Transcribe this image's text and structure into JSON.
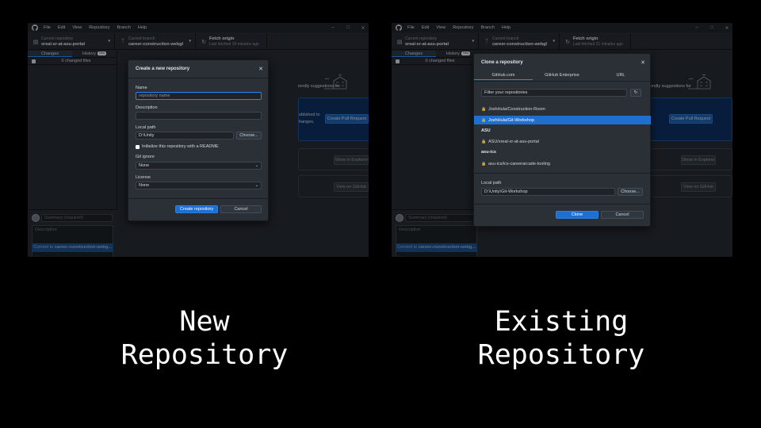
{
  "left": {
    "menu": [
      "File",
      "Edit",
      "View",
      "Repository",
      "Branch",
      "Help"
    ],
    "toolbar": {
      "repo_small": "Current repository",
      "repo_big": "xreal-xr-at-asu-portal",
      "branch_small": "Current branch",
      "branch_big": "career-construction-webgl",
      "fetch_big": "Fetch origin",
      "fetch_small": "Last fetched 19 minutes ago"
    },
    "sidebar": {
      "tab_changes": "Changes",
      "tab_history": "History",
      "history_badge": "New",
      "changed_files": "0 changed files",
      "summary_placeholder": "Summary (required)",
      "description_placeholder": "Description",
      "commit_prefix": "Commit to ",
      "commit_branch": "career-construction-webg..."
    },
    "main": {
      "suggest_text": "iendly suggestions for",
      "publish_line1": "ublished to",
      "publish_line2": "hanges.",
      "create_pr": "Create Pull Request",
      "show_explorer": "Show in Explorer",
      "view_github": "View on GitHub"
    },
    "dialog": {
      "title": "Create a new repository",
      "name_label": "Name",
      "name_placeholder": "repository name",
      "description_label": "Description",
      "path_label": "Local path",
      "path_value": "D:\\Unity",
      "choose": "Choose...",
      "readme_label": "Initialize this repository with a README",
      "gitignore_label": "Git ignore",
      "gitignore_value": "None",
      "license_label": "License",
      "license_value": "None",
      "create_btn": "Create repository",
      "cancel_btn": "Cancel"
    },
    "caption_line1": "New",
    "caption_line2": "Repository"
  },
  "right": {
    "menu": [
      "File",
      "Edit",
      "View",
      "Repository",
      "Branch",
      "Help"
    ],
    "toolbar": {
      "repo_small": "Current repository",
      "repo_big": "xreal-xr-at-asu-portal",
      "branch_small": "Current branch",
      "branch_big": "career-construction-webgl",
      "fetch_big": "Fetch origin",
      "fetch_small": "Last fetched 21 minutes ago"
    },
    "sidebar": {
      "tab_changes": "Changes",
      "tab_history": "History",
      "history_badge": "New",
      "changed_files": "0 changed files",
      "summary_placeholder": "Summary (required)",
      "description_placeholder": "Description",
      "commit_prefix": "Commit to ",
      "commit_branch": "career-construction-webg..."
    },
    "main": {
      "suggest_text": "endly suggestions for",
      "create_pr": "Create Pull Request",
      "show_explorer": "Show in Explorer",
      "view_github": "View on GitHub"
    },
    "dialog": {
      "title": "Clone a repository",
      "tab_github": "GitHub.com",
      "tab_enterprise": "GitHub Enterprise",
      "tab_url": "URL",
      "filter_placeholder": "Filter your repositories",
      "repos_top": [
        {
          "name": "JoshHula/Construction-Room"
        },
        {
          "name": "JoshHula/Git-Workshop"
        }
      ],
      "group_asu": "ASU",
      "repo_asu": "ASU/xreal-xr-at-asu-portal",
      "group_asuics": "asu-ics",
      "repo_asuics": "asu-ics/ics-careerarcade-tooling",
      "path_label": "Local path",
      "path_value": "D:\\Unity\\Git-Workshop",
      "choose": "Choose...",
      "clone_btn": "Clone",
      "cancel_btn": "Cancel"
    },
    "caption_line1": "Existing",
    "caption_line2": "Repository"
  },
  "colors": {
    "accent": "#1f6fd1",
    "background": "#24292e",
    "page": "#000000"
  }
}
